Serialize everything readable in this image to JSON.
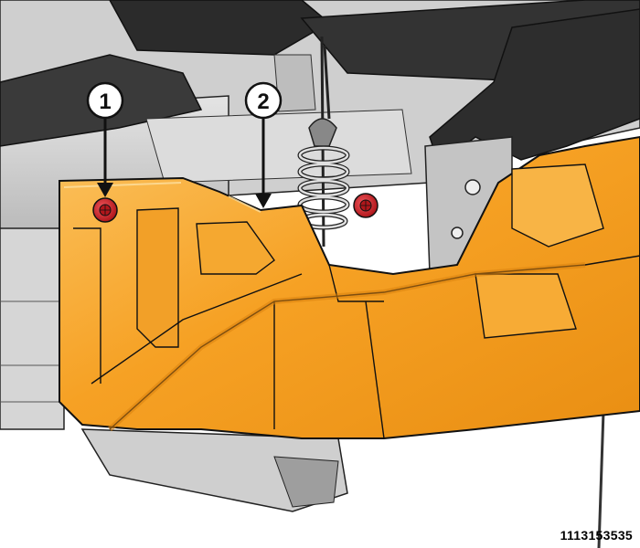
{
  "callouts": [
    {
      "number": "1"
    },
    {
      "number": "2"
    }
  ],
  "figure_number": "1113153535",
  "icons": [
    "fastener-bolt-icon",
    "fastener-bolt-icon"
  ],
  "colors": {
    "shield": "#f6a124",
    "shield_shadow": "#d9820f",
    "shield_highlight": "#fbc25f",
    "bolt": "#d8262c",
    "frame_dark": "#2b2b2b",
    "frame_grey": "#bdbdbd",
    "background_grey": "#d9d9d9"
  }
}
